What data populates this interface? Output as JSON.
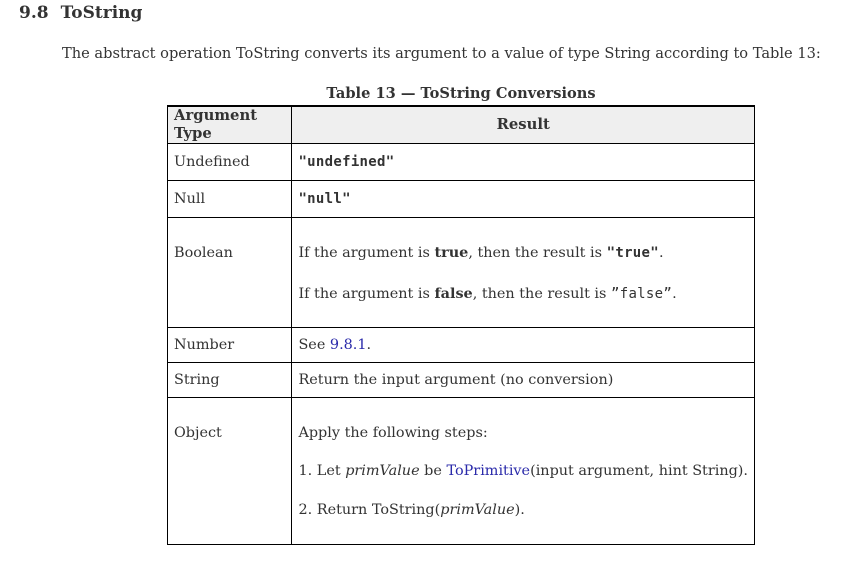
{
  "section": {
    "number": "9.8",
    "title": "ToString"
  },
  "intro": "The abstract operation ToString converts its argument to a value of type String according to Table 13:",
  "table": {
    "caption": "Table 13 — ToString Conversions",
    "headers": {
      "argument_type": "Argument Type",
      "result": "Result"
    },
    "rows": {
      "undefined": {
        "type": "Undefined",
        "result": "\"undefined\""
      },
      "null": {
        "type": "Null",
        "result": "\"null\""
      },
      "boolean": {
        "type": "Boolean",
        "line1_pre": "If the argument is ",
        "line1_kw": "true",
        "line1_mid": ", then the result is ",
        "line1_val": "\"true\"",
        "line1_post": ".",
        "line2_pre": "If the argument is ",
        "line2_kw": "false",
        "line2_mid": ", then the result is ",
        "line2_val": "”false”",
        "line2_post": "."
      },
      "number": {
        "type": "Number",
        "see": "See ",
        "link": "9.8.1",
        "post": "."
      },
      "string": {
        "type": "String",
        "result": "Return the input argument (no conversion)"
      },
      "object": {
        "type": "Object",
        "intro": "Apply the following steps:",
        "step1_pre": "1. Let ",
        "step1_var": "primValue",
        "step1_mid": " be ",
        "step1_link": "ToPrimitive",
        "step1_post": "(input argument, hint String).",
        "step2_pre": "2. Return ToString(",
        "step2_var": "primValue",
        "step2_post": ")."
      }
    }
  },
  "colors": {
    "text": "#333333",
    "link": "#2a2aaa",
    "header_bg": "#efefef",
    "border": "#000000"
  }
}
